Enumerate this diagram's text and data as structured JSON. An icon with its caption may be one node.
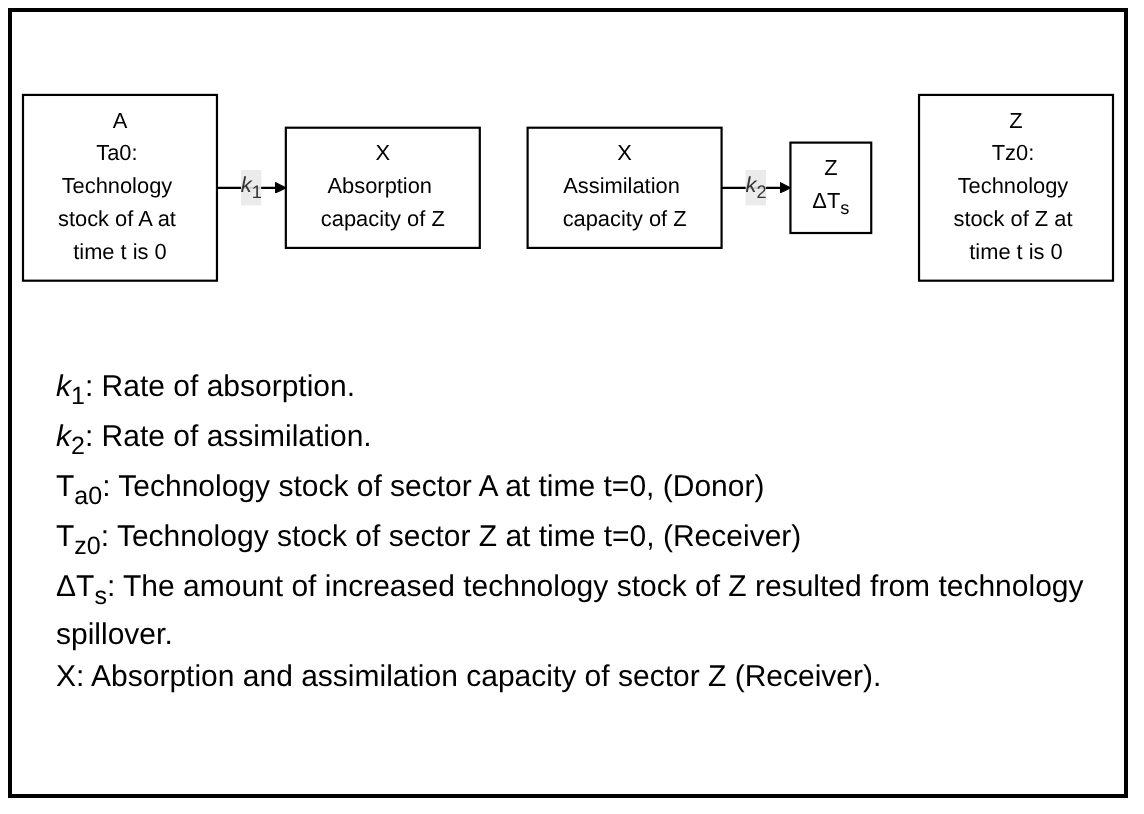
{
  "diagram": {
    "nodes": [
      {
        "text": [
          "A",
          "Ta0: Technology stock of A at time t is 0"
        ]
      },
      {
        "text": [
          "X",
          "Absorption capacity of Z"
        ]
      },
      {
        "text": [
          "X",
          "Assimilation capacity of Z"
        ]
      },
      {
        "text": [
          "Z",
          "ΔT$_{s}$"
        ]
      },
      {
        "text": [
          "Z",
          "Tz0: Technology stock of Z at time t is 0"
        ]
      }
    ],
    "edges": [
      {
        "from": 0,
        "to": 1,
        "arrow": "to",
        "label": "*k*$_{1}$"
      },
      {
        "from": 2,
        "to": 3,
        "arrow": "to",
        "label": "*k*$_{2}$"
      }
    ],
    "labels": [
      "*k*$_{1}$: Rate of absorption.",
      "*k*$_{2}$: Rate of assimilation.",
      "T$_{a0}$: Technology stock of sector A at time t=0, (Donor)",
      "T$_{z0}$: Technology stock of sector Z at time t=0, (Receiver)",
      "ΔT$_{s}$: The amount of increased technology stock of Z resulted from technology spillover.",
      "X: Absorption and assimilation capacity of sector Z (Receiver)."
    ]
  }
}
